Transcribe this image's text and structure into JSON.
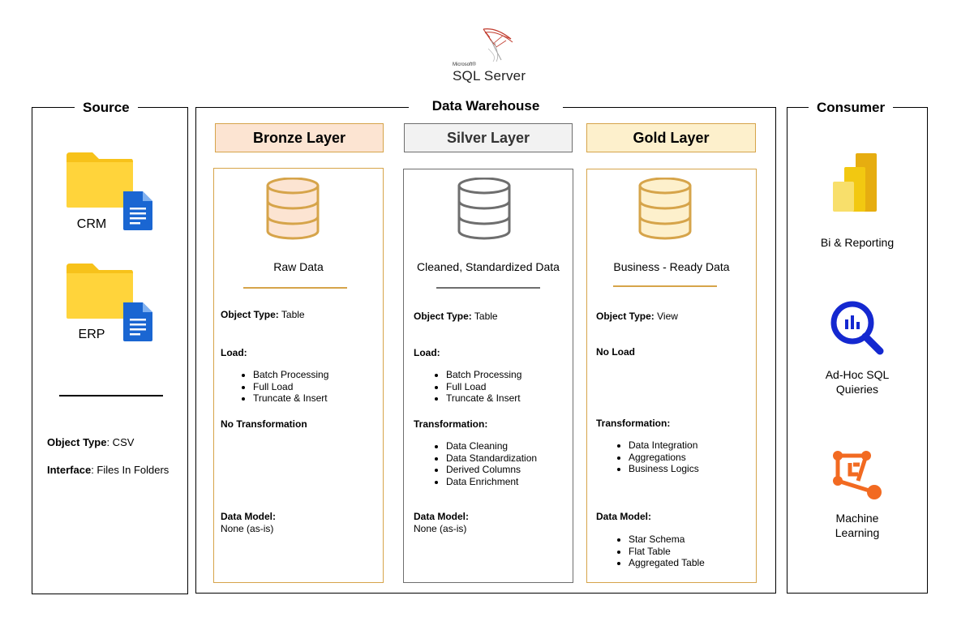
{
  "logo": {
    "small": "Microsoft®",
    "product": "SQL Server"
  },
  "source": {
    "title": "Source",
    "items": [
      {
        "label": "CRM",
        "icon": "folder-document-icon"
      },
      {
        "label": "ERP",
        "icon": "folder-document-icon"
      }
    ],
    "object_type_label": "Object Type",
    "object_type_value": ": CSV",
    "interface_label": "Interface",
    "interface_value": ": Files In Folders"
  },
  "warehouse": {
    "title": "Data Warehouse",
    "layers": [
      {
        "name": "Bronze Layer",
        "caption": "Raw Data",
        "color": "#d6a44a",
        "head_bg": "#fce4d2",
        "object_type_label": "Object Type:",
        "object_type_value": "Table",
        "load_label": "Load:",
        "load_items": [
          "Batch Processing",
          "Full Load",
          "Truncate & Insert"
        ],
        "transformation_label": "No Transformation",
        "transformation_items": [],
        "model_label": "Data Model:",
        "model_value": "None (as-is)",
        "model_items": []
      },
      {
        "name": "Silver Layer",
        "caption": "Cleaned, Standardized Data",
        "color": "#6e6e6e",
        "head_bg": "#f2f2f2",
        "object_type_label": "Object Type:",
        "object_type_value": "Table",
        "load_label": "Load:",
        "load_items": [
          "Batch Processing",
          "Full Load",
          "Truncate & Insert"
        ],
        "transformation_label": "Transformation:",
        "transformation_items": [
          "Data Cleaning",
          "Data Standardization",
          "Derived Columns",
          "Data Enrichment"
        ],
        "model_label": "Data Model:",
        "model_value": "None (as-is)",
        "model_items": []
      },
      {
        "name": "Gold Layer",
        "caption": "Business - Ready Data",
        "color": "#d6a44a",
        "head_bg": "#fdf0cc",
        "object_type_label": "Object Type:",
        "object_type_value": "View",
        "load_label": "No Load",
        "load_items": [],
        "transformation_label": "Transformation:",
        "transformation_items": [
          "Data Integration",
          "Aggregations",
          "Business Logics"
        ],
        "model_label": "Data Model:",
        "model_value": "",
        "model_items": [
          "Star Schema",
          "Flat Table",
          "Aggregated Table"
        ]
      }
    ]
  },
  "consumer": {
    "title": "Consumer",
    "items": [
      {
        "label": "Bi & Reporting",
        "icon": "power-bi-icon"
      },
      {
        "label": "Ad-Hoc SQL Quieries",
        "icon": "search-analytics-icon"
      },
      {
        "label": "Machine Learning",
        "icon": "machine-learning-icon"
      }
    ]
  }
}
